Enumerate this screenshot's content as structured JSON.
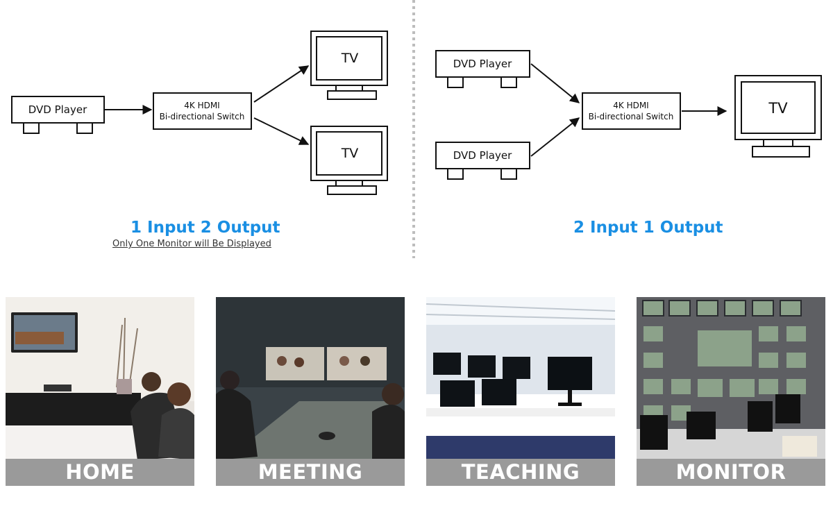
{
  "left_diagram": {
    "source_label": "DVD Player",
    "switch_label_line1": "4K HDMI",
    "switch_label_line2": "Bi-directional Switch",
    "tv_top_label": "TV",
    "tv_bottom_label": "TV",
    "title": "1 Input 2 Output",
    "subtitle": "Only One Monitor will Be Displayed"
  },
  "right_diagram": {
    "source_top_label": "DVD Player",
    "source_bottom_label": "DVD Player",
    "switch_label_line1": "4K HDMI",
    "switch_label_line2": "Bi-directional Switch",
    "tv_label": "TV",
    "title": "2 Input 1 Output"
  },
  "scenarios": [
    {
      "caption": "HOME"
    },
    {
      "caption": "MEETING"
    },
    {
      "caption": "TEACHING"
    },
    {
      "caption": "MONITOR"
    }
  ]
}
